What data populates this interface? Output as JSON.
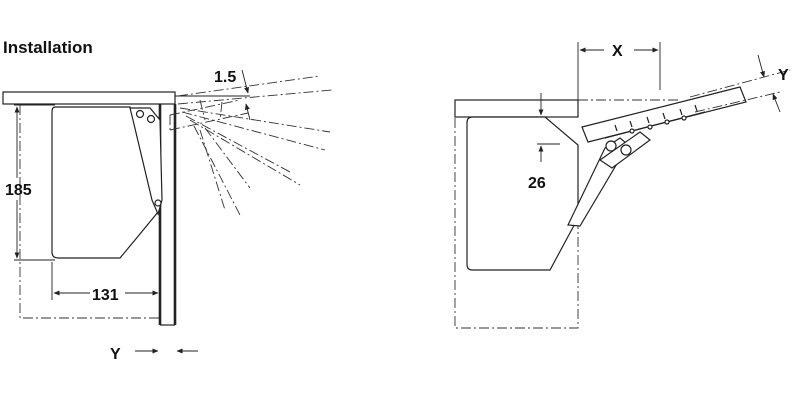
{
  "title": "Installation",
  "left_figure": {
    "dim_offset": "1.5",
    "dim_height": "185",
    "dim_width": "131",
    "dim_thickness": "Y"
  },
  "right_figure": {
    "dim_x": "X",
    "dim_y": "Y",
    "dim_26": "26"
  }
}
